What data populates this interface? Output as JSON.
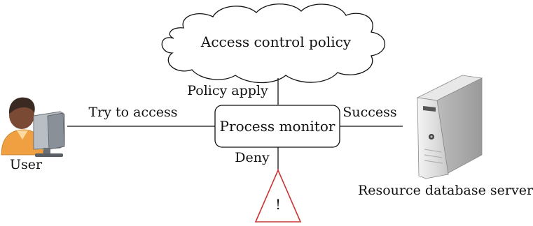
{
  "diagram": {
    "nodes": {
      "policy_cloud": "Access control policy",
      "process_monitor": "Process monitor",
      "user": "User",
      "server": "Resource database server",
      "alert_symbol": "!"
    },
    "edges": {
      "policy_apply": "Policy apply",
      "try_to_access": "Try to access",
      "success": "Success",
      "deny": "Deny"
    },
    "icons": {
      "user": "person-at-computer-icon",
      "server": "tower-server-icon",
      "alert": "warning-triangle-icon"
    },
    "colors": {
      "alert": "#cc3333",
      "user_skin": "#7a4a34",
      "user_shirt": "#f0a040"
    }
  }
}
